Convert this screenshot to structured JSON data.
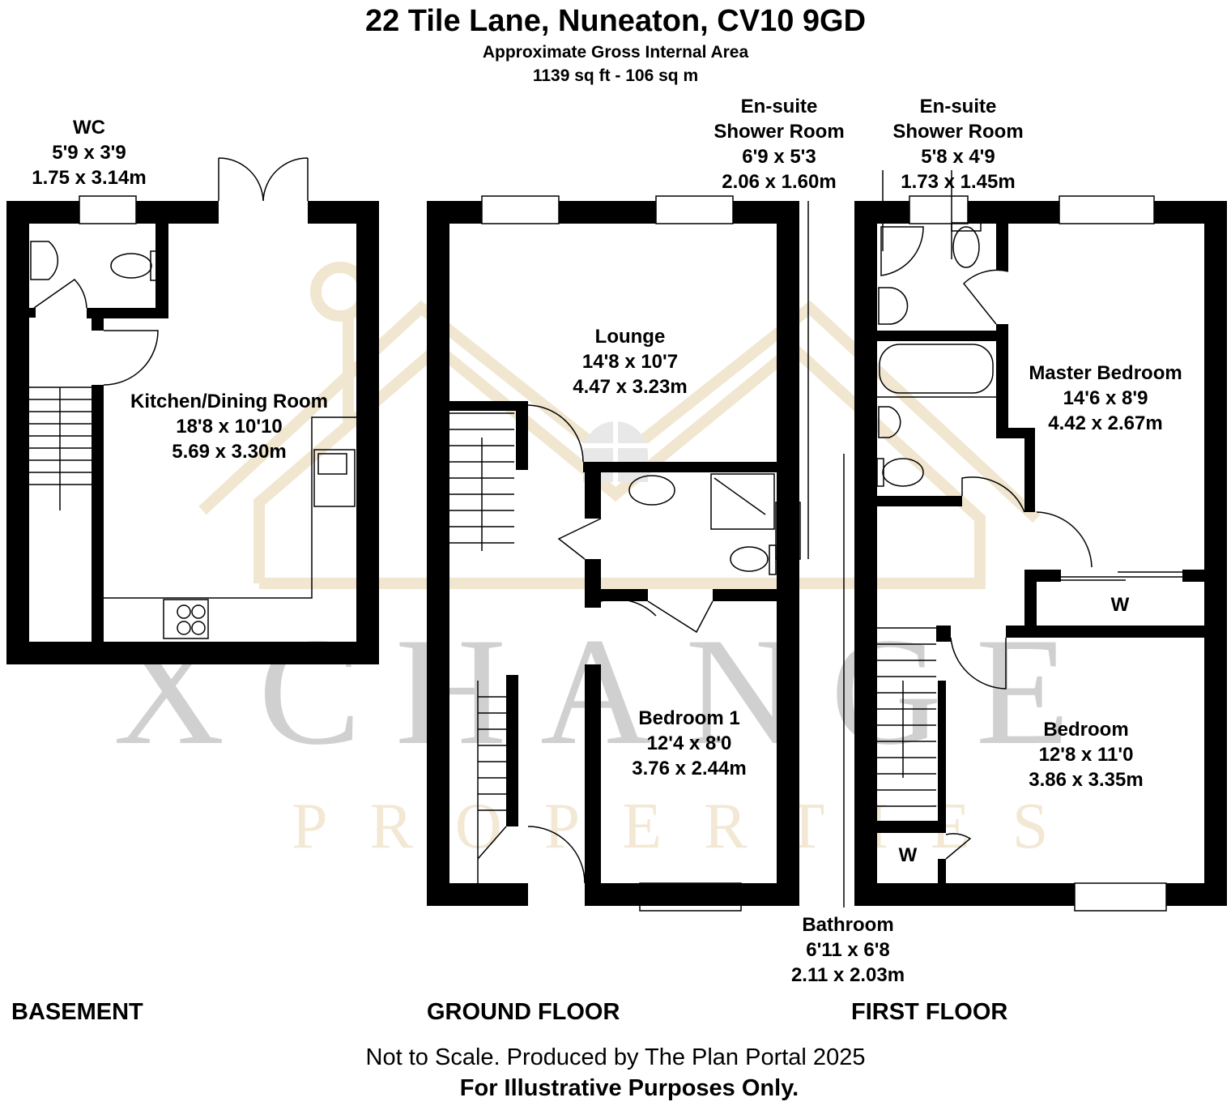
{
  "header": {
    "title": "22 Tile Lane, Nuneaton, CV10 9GD",
    "subtitle": "Approximate Gross Internal Area",
    "area": "1139 sq ft - 106 sq m"
  },
  "watermark": {
    "brand": "XCHANGE",
    "tagline": "PROPERTIES"
  },
  "rooms": {
    "wc": {
      "name": "WC",
      "imperial": "5'9 x 3'9",
      "metric": "1.75 x 3.14m"
    },
    "kitchen": {
      "name": "Kitchen/Dining Room",
      "imperial": "18'8 x 10'10",
      "metric": "5.69 x 3.30m"
    },
    "lounge": {
      "name": "Lounge",
      "imperial": "14'8 x 10'7",
      "metric": "4.47 x 3.23m"
    },
    "ensuite_ground": {
      "name1": "En-suite",
      "name2": "Shower Room",
      "imperial": "6'9 x 5'3",
      "metric": "2.06 x 1.60m"
    },
    "bedroom1": {
      "name": "Bedroom 1",
      "imperial": "12'4 x 8'0",
      "metric": "3.76 x 2.44m"
    },
    "ensuite_first": {
      "name1": "En-suite",
      "name2": "Shower Room",
      "imperial": "5'8 x 4'9",
      "metric": "1.73 x 1.45m"
    },
    "master": {
      "name": "Master Bedroom",
      "imperial": "14'6 x 8'9",
      "metric": "4.42 x 2.67m"
    },
    "bedroom": {
      "name": "Bedroom",
      "imperial": "12'8 x 11'0",
      "metric": "3.86 x 3.35m"
    },
    "bathroom": {
      "name": "Bathroom",
      "imperial": "6'11 x 6'8",
      "metric": "2.11 x 2.03m"
    },
    "wardrobe_label": "W"
  },
  "floors": {
    "basement": "BASEMENT",
    "ground": "GROUND FLOOR",
    "first": "FIRST FLOOR"
  },
  "footer": {
    "note": "Not to Scale. Produced by The Plan Portal 2025",
    "disclaimer": "For Illustrative Purposes Only."
  }
}
